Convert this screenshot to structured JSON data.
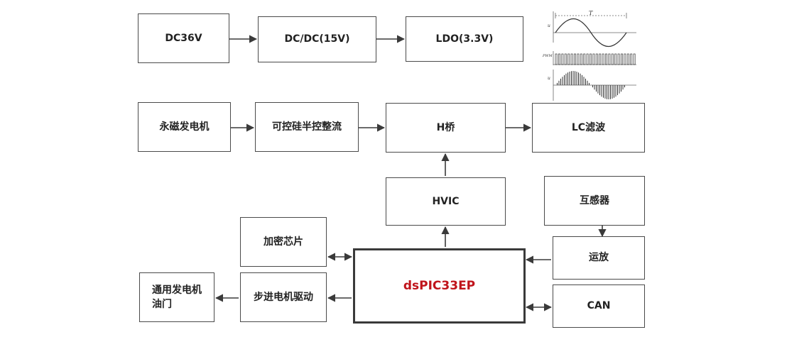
{
  "blocks": {
    "dc36v": "DC36V",
    "dcdc": "DC/DC(15V)",
    "ldo": "LDO(3.3V)",
    "generator": "永磁发电机",
    "rectifier": "可控硅半控整流",
    "hbridge": "H桥",
    "lc_filter": "LC滤波",
    "hvic": "HVIC",
    "transformer": "互感器",
    "encrypt": "加密芯片",
    "mcu": "dsPIC33EP",
    "opamp": "运放",
    "stepper": "步进电机驱动",
    "can": "CAN",
    "throttle_line1": "通用发电机",
    "throttle_line2": "油门"
  },
  "waveform": {
    "period_label": "T",
    "top_axis_label": "u",
    "mid_axis_label": "PWM",
    "bottom_axis_label": "u"
  },
  "colors": {
    "mcu_text": "#c0141b",
    "border": "#4a4a4a"
  }
}
